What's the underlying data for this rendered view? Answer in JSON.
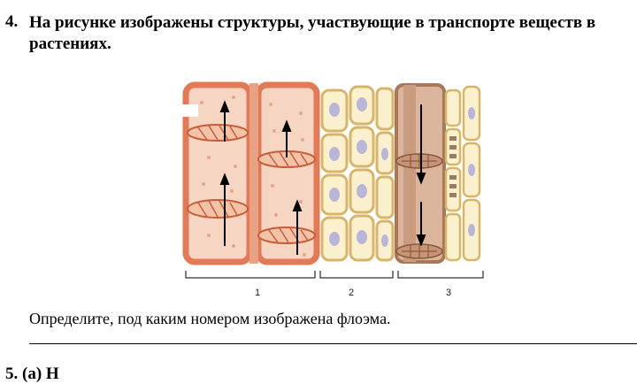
{
  "question": {
    "number": "4.",
    "text": "На рисунке изображены структуры, участвующие в транспорте веществ в растениях.",
    "prompt": "Определите, под каким номером изображена флоэма."
  },
  "figure": {
    "labels": [
      "1",
      "2",
      "3"
    ],
    "colors": {
      "xylem_wall": "#e27a58",
      "xylem_fill": "#f6d6c2",
      "parenchyma_wall": "#d9b56a",
      "parenchyma_fill": "#fbf1cf",
      "nucleus": "#b9b6d8",
      "phloem_fill": "#dcb69c",
      "phloem_wall": "#a8785a"
    },
    "icons": [
      "arrow-up-icon",
      "arrow-down-icon"
    ]
  },
  "next_question": {
    "text": "5. (а) Н"
  }
}
